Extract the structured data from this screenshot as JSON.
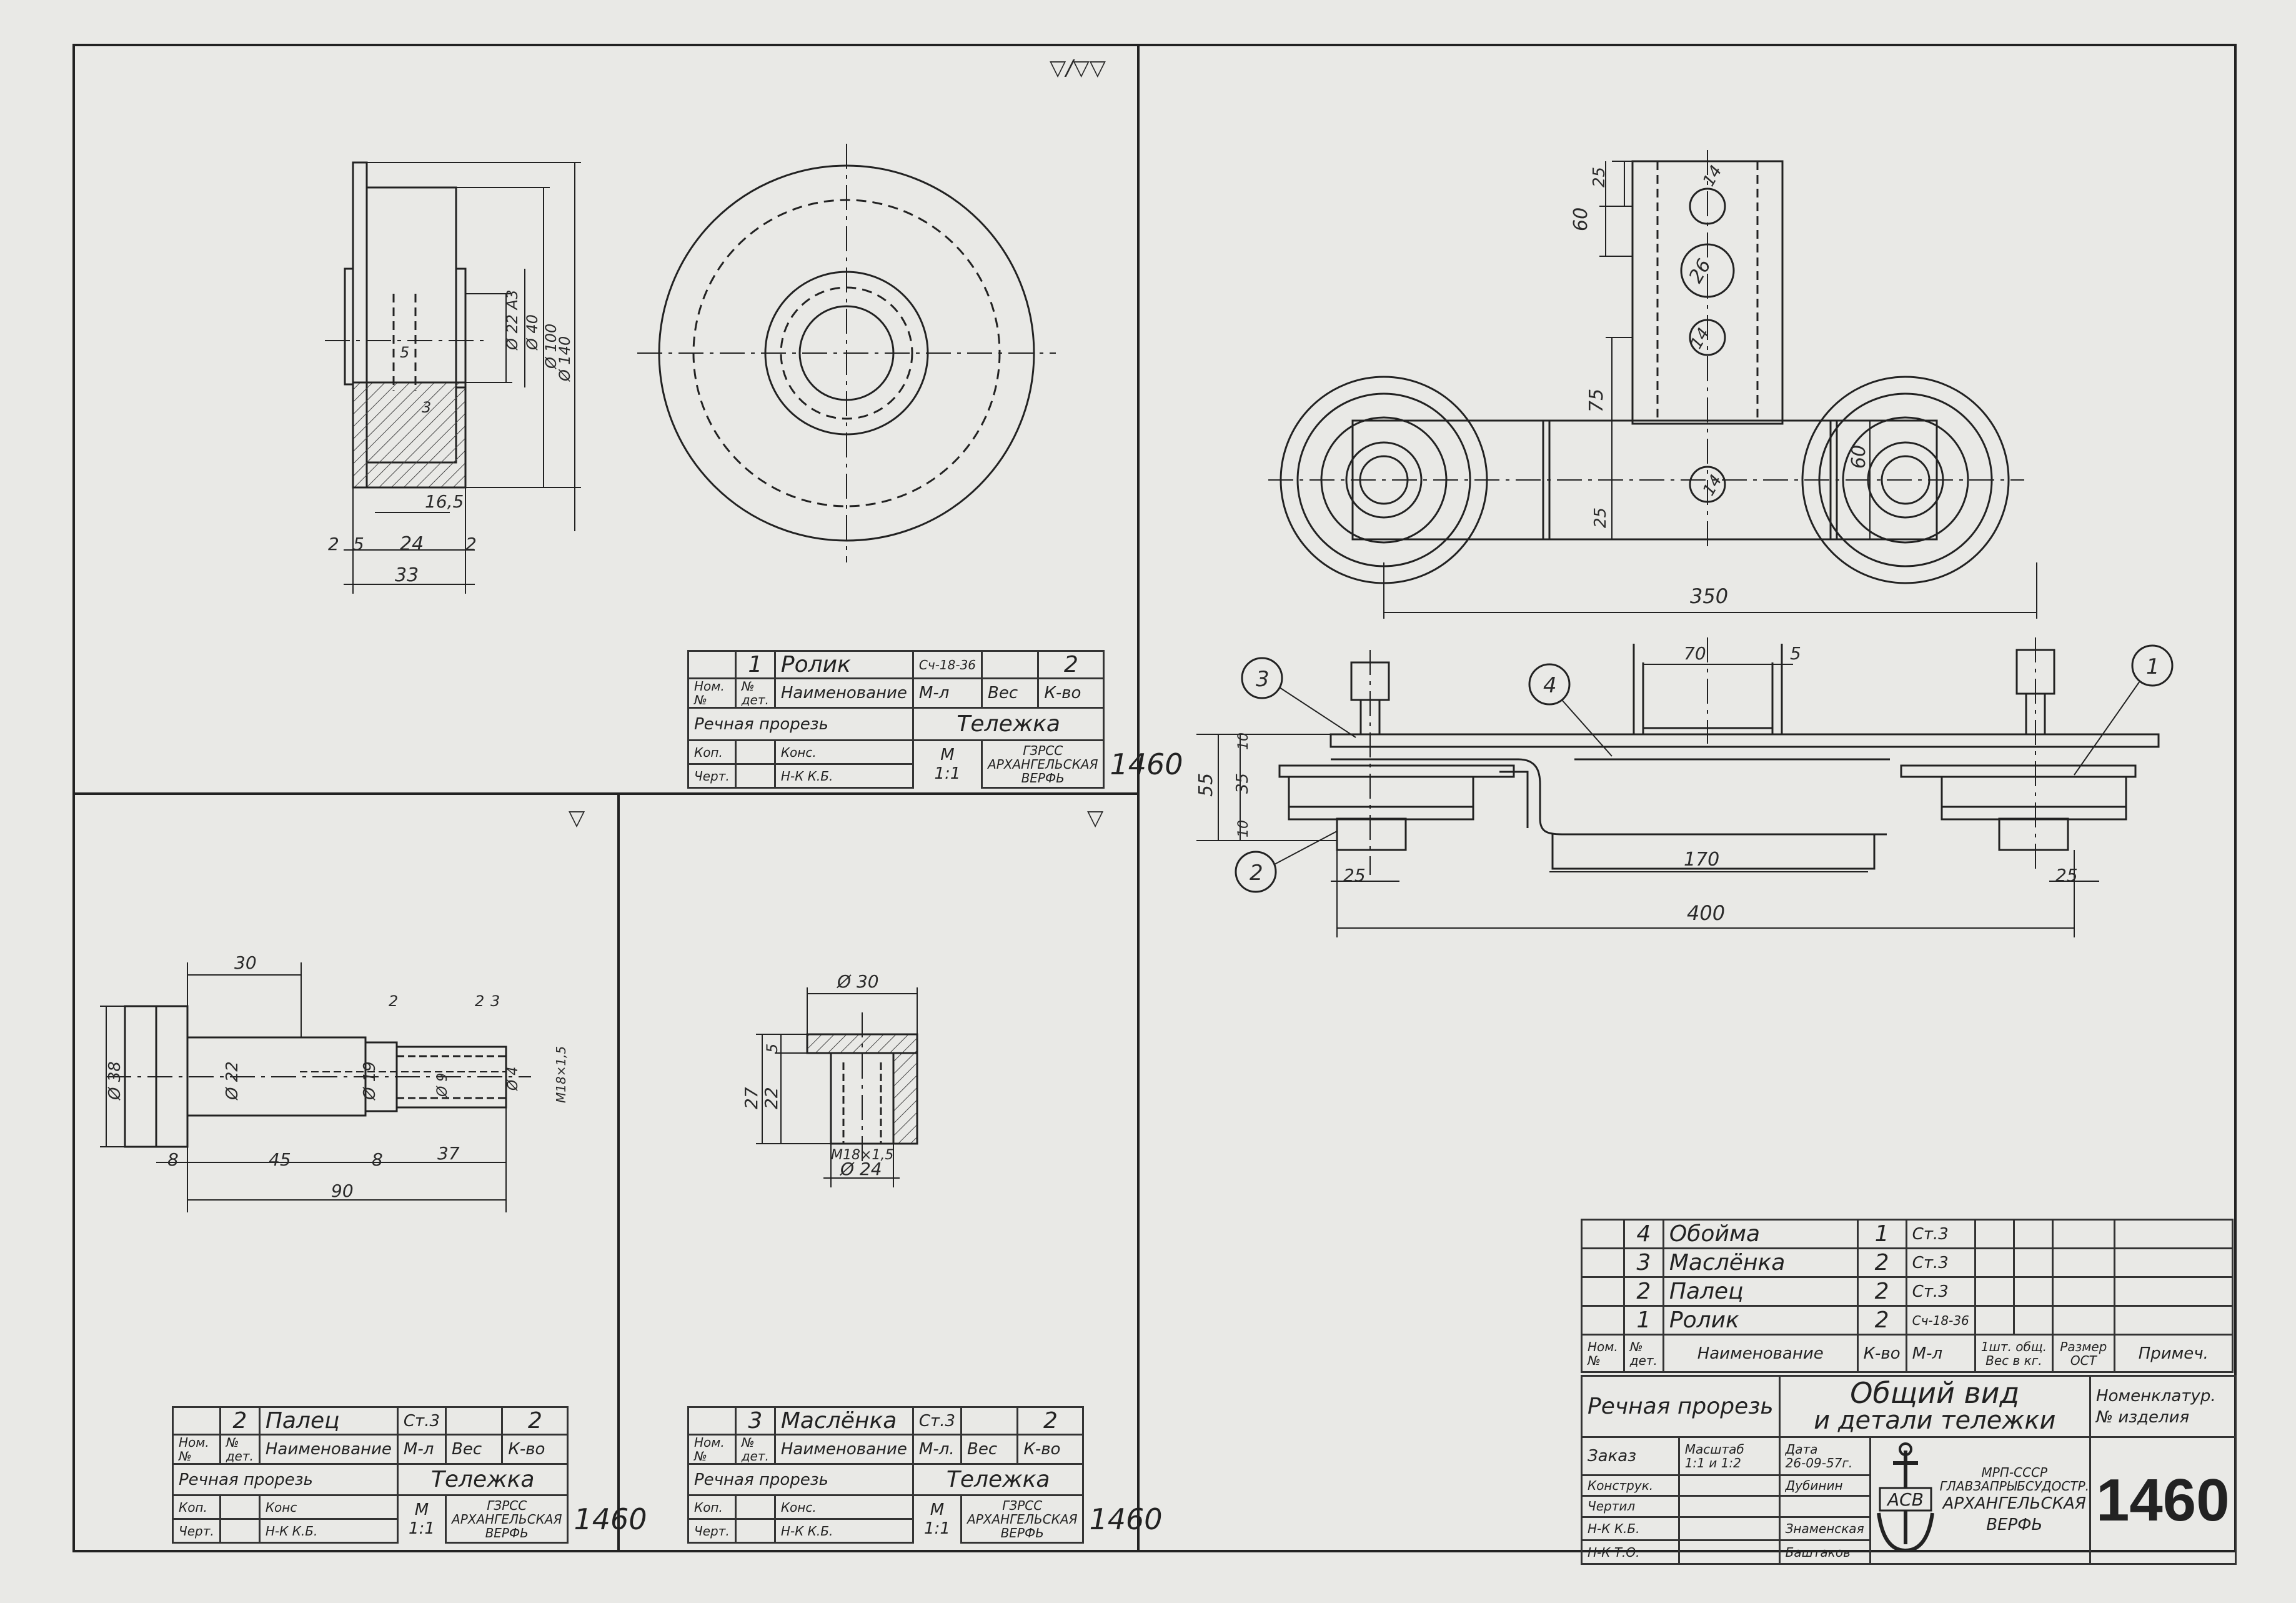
{
  "sheet_number": "1460",
  "rolik": {
    "pos": "1",
    "name": "Ролик",
    "material": "Сч-18-36",
    "qty": "2",
    "hdr_nom": "Ном. №",
    "hdr_det": "№ дет.",
    "hdr_name": "Наименование",
    "hdr_mat": "М-л",
    "hdr_weight": "Вес",
    "hdr_qty": "К-во",
    "vessel": "Речная прорезь",
    "title": "Тележка",
    "role_kop": "Коп.",
    "role_cher": "Черт.",
    "role_kons": "Конс.",
    "role_nk": "Н-К К.Б.",
    "scale_label": "М",
    "scale": "1:1",
    "org": [
      "ГЗРСС",
      "АРХАНГЕЛЬСКАЯ",
      "ВЕРФЬ"
    ]
  },
  "palec": {
    "pos": "2",
    "name": "Палец",
    "material": "Ст.3",
    "qty": "2",
    "hdr_nom": "Ном. №",
    "hdr_det": "№ дет.",
    "hdr_name": "Наименование",
    "hdr_mat": "М-л",
    "hdr_weight": "Вес",
    "hdr_qty": "К-во",
    "vessel": "Речная прорезь",
    "title": "Тележка",
    "role_kop": "Коп.",
    "role_cher": "Черт.",
    "role_kons": "Конс",
    "role_nk": "Н-К К.Б.",
    "scale_label": "М",
    "scale": "1:1",
    "org": [
      "ГЗРСС",
      "АРХАНГЕЛЬСКАЯ",
      "ВЕРФЬ"
    ]
  },
  "maslenka": {
    "pos": "3",
    "name": "Маслёнка",
    "material": "Ст.3",
    "qty": "2",
    "hdr_nom": "Ном. №",
    "hdr_det": "№ дет.",
    "hdr_name": "Наименование",
    "hdr_mat": "М-л.",
    "hdr_weight": "Вес",
    "hdr_qty": "К-во",
    "vessel": "Речная прорезь",
    "title": "Тележка",
    "role_kop": "Коп.",
    "role_cher": "Черт.",
    "role_kons": "Конс.",
    "role_nk": "Н-К К.Б.",
    "scale_label": "М",
    "scale": "1:1",
    "org": [
      "ГЗРСС",
      "АРХАНГЕЛЬСКАЯ",
      "ВЕРФЬ"
    ]
  },
  "parts": [
    {
      "pos": "4",
      "name": "Обойма",
      "qty": "1",
      "mat": "Ст.3"
    },
    {
      "pos": "3",
      "name": "Маслёнка",
      "qty": "2",
      "mat": "Ст.3"
    },
    {
      "pos": "2",
      "name": "Палец",
      "qty": "2",
      "mat": "Ст.3"
    },
    {
      "pos": "1",
      "name": "Ролик",
      "qty": "2",
      "mat": "Сч-18-36"
    }
  ],
  "main_block": {
    "hdr_nom": "Ном. №",
    "hdr_det": "№ дет.",
    "hdr_name": "Наименование",
    "hdr_qty": "К-во",
    "hdr_mat": "М-л",
    "hdr_weight_1": "1шт.",
    "hdr_weight_2": "общ.",
    "hdr_weight_sub": "Вес в кг.",
    "hdr_size_1": "Размер",
    "hdr_size_2": "ОСТ",
    "hdr_note": "Примеч.",
    "vessel": "Речная прорезь",
    "title_1": "Общий вид",
    "title_2": "и детали тележки",
    "nomen_1": "Номенклатур.",
    "nomen_2": "№ изделия",
    "zakaz": "Заказ",
    "scale_label": "Масштаб",
    "scale": "1:1 и 1:2",
    "date_label": "Дата",
    "date": "26-09-57г.",
    "role_konstr": "Конструк.",
    "role_chertil": "Чертил",
    "role_nkkb": "Н-К К.Б.",
    "role_nkto": "Н-К Т.О.",
    "person_1": "Дубинин",
    "person_2": "Знаменская",
    "person_3": "Баштаков",
    "logo_text": "АСВ",
    "org": [
      "МРП-СССР",
      "ГЛАВЗАПРЫБСУДОСТР.",
      "АРХАНГЕЛЬСКАЯ",
      "ВЕРФЬ"
    ]
  },
  "roughness_marks": {
    "rolik": "▽/▽▽",
    "palec": "▽",
    "maslenka": "▽"
  },
  "dims": {
    "rolik": [
      "Ø 22 А3",
      "Ø 40",
      "Ø 100",
      "Ø 140",
      "5",
      "3",
      "16,5",
      "2",
      "5",
      "24",
      "2",
      "33"
    ],
    "general": [
      "25",
      "60",
      "75",
      "25",
      "60",
      "14",
      "26",
      "14",
      "14",
      "350",
      "70",
      "5",
      "10",
      "35",
      "55",
      "10",
      "170",
      "25",
      "25",
      "400"
    ],
    "callouts": [
      "1",
      "2",
      "3",
      "4"
    ],
    "palec": [
      "30",
      "Ø 38",
      "Ø 22",
      "Ø 19",
      "Ø 9",
      "Ø 4",
      "М18×1,5",
      "2",
      "2",
      "3",
      "8",
      "45",
      "8",
      "37",
      "90"
    ],
    "maslenka": [
      "Ø 30",
      "5",
      "27",
      "22",
      "М18×1,5",
      "Ø 24"
    ]
  }
}
